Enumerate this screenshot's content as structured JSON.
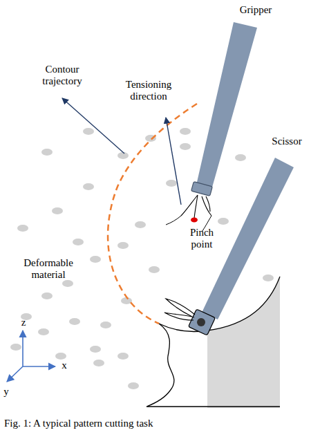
{
  "diagram": {
    "caption": "Fig. 1: A typical pattern cutting task",
    "labels": [
      "Gripper",
      "Scissor",
      "Contour trajectory",
      "Tensioning direction",
      "Pinch point",
      "Deformable material",
      "z",
      "x",
      "y"
    ]
  }
}
